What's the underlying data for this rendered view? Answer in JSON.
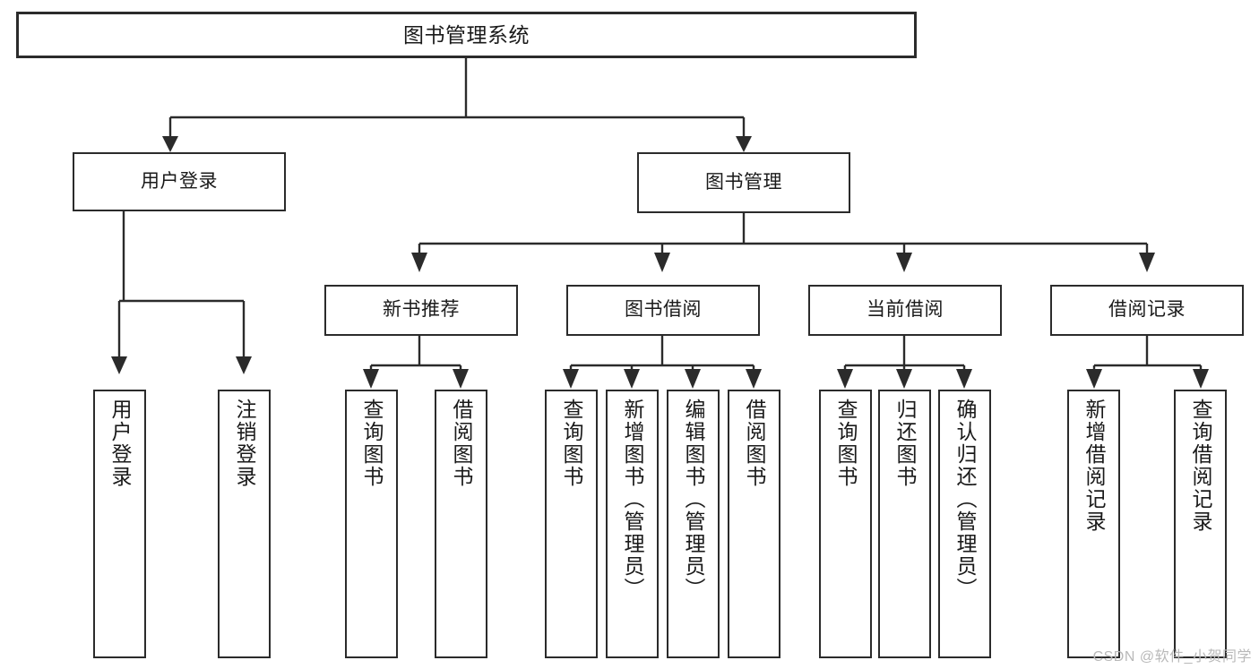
{
  "diagram": {
    "title": "图书管理系统",
    "type": "hierarchy-tree",
    "root": {
      "id": "root",
      "label": "图书管理系统"
    },
    "level1": [
      {
        "id": "user-login",
        "label": "用户登录"
      },
      {
        "id": "book-manage",
        "label": "图书管理"
      }
    ],
    "level2": [
      {
        "id": "new-book-recommend",
        "label": "新书推荐",
        "parent": "book-manage"
      },
      {
        "id": "book-borrow",
        "label": "图书借阅",
        "parent": "book-manage"
      },
      {
        "id": "current-borrow",
        "label": "当前借阅",
        "parent": "book-manage"
      },
      {
        "id": "borrow-record",
        "label": "借阅记录",
        "parent": "book-manage"
      }
    ],
    "leaves": {
      "user-login": [
        {
          "id": "leaf-user-login",
          "label": "用户登录"
        },
        {
          "id": "leaf-user-logout",
          "label": "注销登录"
        }
      ],
      "new-book-recommend": [
        {
          "id": "leaf-query-book-1",
          "label": "查询图书"
        },
        {
          "id": "leaf-borrow-book-1",
          "label": "借阅图书"
        }
      ],
      "book-borrow": [
        {
          "id": "leaf-query-book-2",
          "label": "查询图书"
        },
        {
          "id": "leaf-add-book",
          "label": "新增图书（管理员）"
        },
        {
          "id": "leaf-edit-book",
          "label": "编辑图书（管理员）"
        },
        {
          "id": "leaf-borrow-book-2",
          "label": "借阅图书"
        }
      ],
      "current-borrow": [
        {
          "id": "leaf-query-book-3",
          "label": "查询图书"
        },
        {
          "id": "leaf-return-book",
          "label": "归还图书"
        },
        {
          "id": "leaf-confirm-return",
          "label": "确认归还（管理员）"
        }
      ],
      "borrow-record": [
        {
          "id": "leaf-add-record",
          "label": "新增借阅记录"
        },
        {
          "id": "leaf-query-record",
          "label": "查询借阅记录"
        }
      ]
    }
  },
  "watermark": {
    "text": "CSDN @软件_小贺同学"
  },
  "colors": {
    "stroke": "#2b2b2b",
    "background": "#ffffff",
    "text": "#1a1a1a",
    "watermark": "#b9b9b9"
  }
}
